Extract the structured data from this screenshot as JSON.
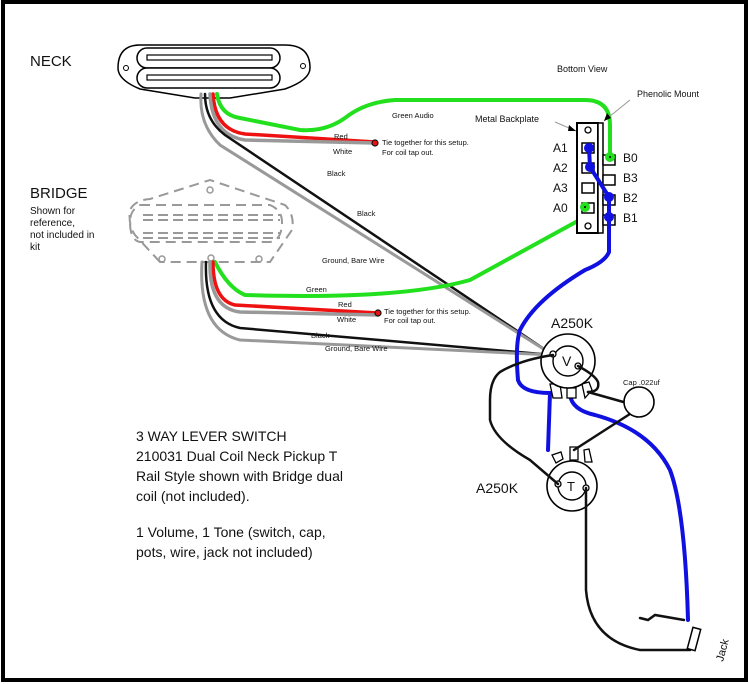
{
  "title_neck": "NECK",
  "title_bridge": "BRIDGE",
  "bridge_note": [
    "Shown for",
    "reference,",
    "not included in",
    "kit"
  ],
  "bottom_view": "Bottom View",
  "phenolic_mount": "Phenolic Mount",
  "metal_backplate": "Metal Backplate",
  "switch_lugs": {
    "a": [
      "A1",
      "A2",
      "A3",
      "A0"
    ],
    "b": [
      "B0",
      "B3",
      "B2",
      "B1"
    ]
  },
  "neck_wires": {
    "green": "Green Audio",
    "red": "Red",
    "white": "White",
    "black1": "Black",
    "black2": "Black",
    "tie_note": [
      "Tie together for this setup.",
      "For coil tap out."
    ]
  },
  "bridge_wires": {
    "ground_top": "Ground, Bare Wire",
    "green": "Green",
    "red": "Red",
    "white": "White",
    "black": "Black",
    "ground_bottom": "Ground, Bare Wire",
    "tie_note": [
      "Tie together for this setup.",
      "For coil tap out."
    ]
  },
  "volume_pot": {
    "value": "A250K",
    "letter": "V"
  },
  "tone_pot": {
    "value": "A250K",
    "letter": "T"
  },
  "cap": "Cap .022uf",
  "jack": "Jack",
  "description": [
    "3 WAY LEVER SWITCH",
    "210031 Dual Coil Neck Pickup T",
    "Rail Style shown with Bridge dual",
    "coil (not included).",
    "",
    "1 Volume, 1 Tone (switch, cap,",
    "pots, wire, jack not included)"
  ],
  "colors": {
    "green": "#22e01e",
    "red": "#ee1111",
    "white_wire": "#999999",
    "black": "#111111",
    "blue": "#1010e0",
    "bridge_outline": "#999999"
  }
}
